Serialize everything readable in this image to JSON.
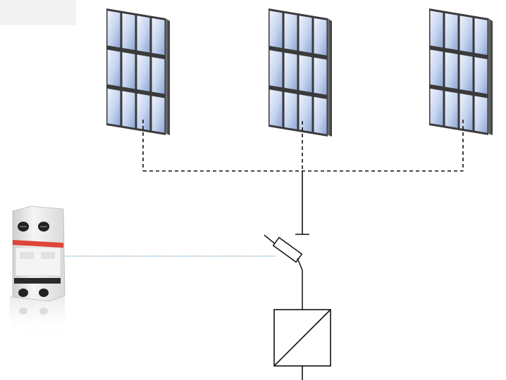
{
  "diagram": {
    "type": "photovoltaic-string-protection-schematic",
    "panels": [
      {
        "name": "solar-panel-left",
        "rows": 3,
        "cols": 4
      },
      {
        "name": "solar-panel-center",
        "rows": 3,
        "cols": 4
      },
      {
        "name": "solar-panel-right",
        "rows": 3,
        "cols": 4
      }
    ],
    "components": [
      "dc-fuse-symbol",
      "ground-terminal-symbol",
      "dc-dc-converter-symbol",
      "fuse-disconnector-device-photo"
    ],
    "colors": {
      "panel_cell_light": "#e6eefb",
      "panel_cell_dark": "#8fa7d6",
      "panel_frame": "#3a3a3a",
      "panel_side": "#555555",
      "wire": "#111111",
      "leader_line": "#4f86a8",
      "device_red_band": "#e0443a",
      "device_body": "#eeeeee"
    }
  }
}
